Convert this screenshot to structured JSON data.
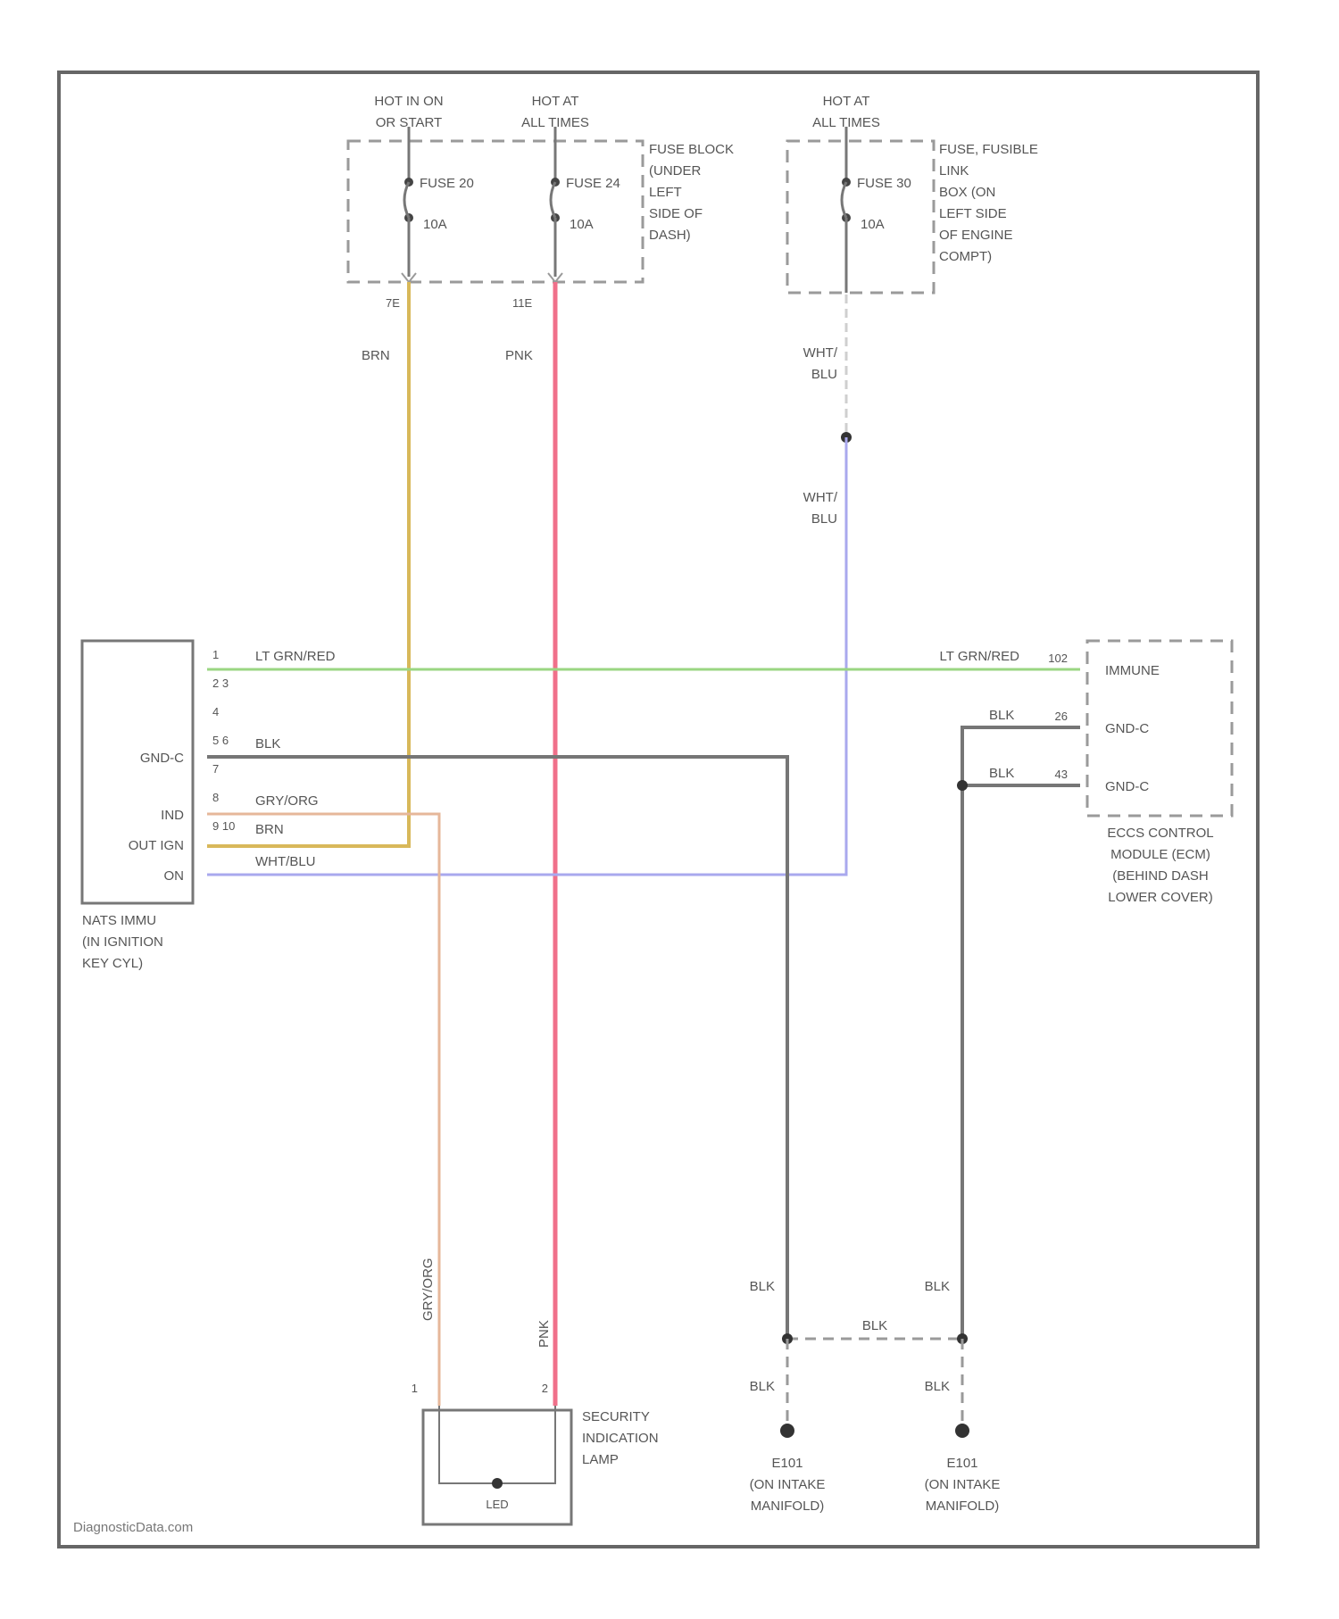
{
  "frame": {
    "credit": "DiagnosticData.com"
  },
  "colors": {
    "brn": "#d8b85a",
    "pnk": "#f0708a",
    "wht_blu": "#a9a8ee",
    "lt_grn_red": "#9ad682",
    "blk": "#767676",
    "gry_org": "#e6b79a",
    "dash": "#9a9a9a"
  },
  "fuse_block": {
    "hot_run_start": "HOT IN ON OR START",
    "hot_all_times": "HOT AT ALL TIMES",
    "fuse20": "FUSE 20",
    "fuse24": "FUSE 24",
    "amp": "10A",
    "location": [
      "FUSE BLOCK",
      "(UNDER",
      "LEFT",
      "SIDE OF",
      "DASH)"
    ],
    "pin_brn": "7E",
    "pin_pnk": "11E"
  },
  "fusible_link": {
    "hot_all_times": "HOT AT ALL TIMES",
    "fuse30": "FUSE 30",
    "amp": "10A",
    "location": [
      "FUSE, FUSIBLE",
      "LINK",
      "BOX (ON",
      "LEFT SIDE",
      "OF ENGINE",
      "COMPT)"
    ]
  },
  "wires": {
    "brn": "BRN",
    "pnk": "PNK",
    "wht_blu_1": "WHT/ BLU",
    "wht_blu_2": "WHT/ BLU",
    "lt_grn_red_left": "LT GRN/RED",
    "lt_grn_red_right": "LT GRN/RED",
    "blk_left": "BLK",
    "gry_org": "GRY/ORG",
    "brn_nats": "BRN",
    "wht_blu_nats": "WHT/BLU",
    "blk_ecm_top": "BLK",
    "blk_ecm_bottom": "BLK",
    "gry_org_vertical": "GRY/ORG",
    "pnk_vertical": "PNK",
    "blk_g1_upper": "BLK",
    "blk_g2_upper": "BLK",
    "blk_jumper": "BLK",
    "blk_g1_lower": "BLK",
    "blk_g2_lower": "BLK"
  },
  "nats": {
    "name": [
      "NATS IMMU",
      "(IN IGNITION",
      "KEY CYL)"
    ],
    "pins": [
      "1",
      "2 3",
      "4",
      "5 6",
      "7",
      "8",
      "9 10"
    ],
    "labels": [
      "GND-C",
      "IND",
      "OUT IGN",
      "ON"
    ]
  },
  "ecm": {
    "name": [
      "ECCS CONTROL",
      "MODULE (ECM)",
      "(BEHIND DASH",
      "LOWER COVER)"
    ],
    "pins": [
      "102",
      "26",
      "43"
    ],
    "labels": [
      "IMMUNE",
      "GND-C",
      "GND-C"
    ]
  },
  "lamp": {
    "name": [
      "SECURITY",
      "INDICATION",
      "LAMP"
    ],
    "pin_left": "1",
    "pin_right": "2",
    "inner": "LED"
  },
  "grounds": [
    {
      "name": [
        "E101",
        "(ON INTAKE",
        "MANIFOLD)"
      ]
    },
    {
      "name": [
        "E101",
        "(ON INTAKE",
        "MANIFOLD)"
      ]
    }
  ]
}
